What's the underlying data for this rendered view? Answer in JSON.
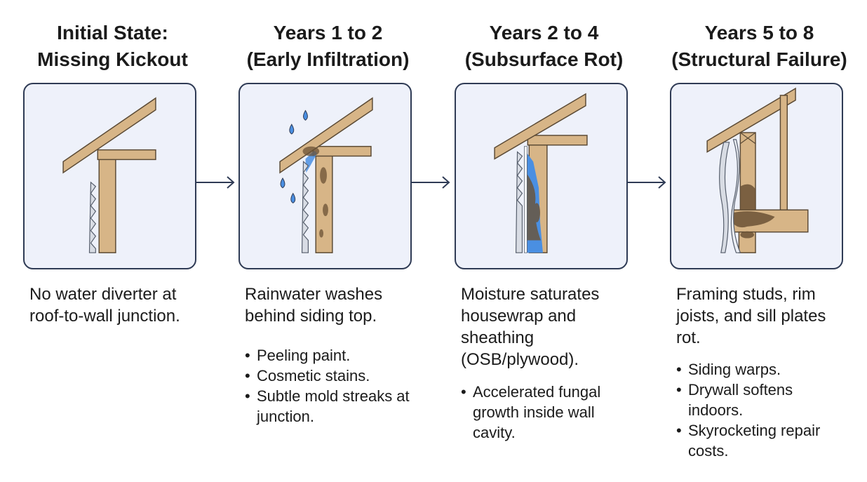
{
  "stages": [
    {
      "title_line1": "Initial State:",
      "title_line2": "Missing Kickout",
      "description": "No water diverter at roof-to-wall junction.",
      "bullets": []
    },
    {
      "title_line1": "Years 1 to 2",
      "title_line2": "(Early Infiltration)",
      "description": "Rainwater washes behind siding top.",
      "bullets": [
        "Peeling paint.",
        "Cosmetic stains.",
        "Subtle mold streaks at junction."
      ]
    },
    {
      "title_line1": "Years 2 to 4",
      "title_line2": "(Subsurface Rot)",
      "description": "Moisture saturates housewrap and sheathing (OSB/plywood).",
      "bullets": [
        "Accelerated fungal growth inside wall cavity."
      ]
    },
    {
      "title_line1": "Years 5 to 8",
      "title_line2": "(Structural Failure)",
      "description": "Framing studs, rim joists, and sill plates rot.",
      "bullets": [
        "Siding warps.",
        "Drywall softens indoors.",
        "Skyrocketing repair costs."
      ]
    }
  ],
  "colors": {
    "panel_bg": "#eef1fa",
    "panel_border": "#2f3b55",
    "wood": "#d7b587",
    "wood_outline": "#5b4a35",
    "siding": "#d8dce4",
    "water": "#4a8fe2",
    "rot": "#6b5235",
    "arrow": "#2f3b55"
  },
  "icons": [
    "roof-wall-junction-icon",
    "water-drop-icon",
    "rot-stain-icon",
    "arrow-right-icon"
  ]
}
